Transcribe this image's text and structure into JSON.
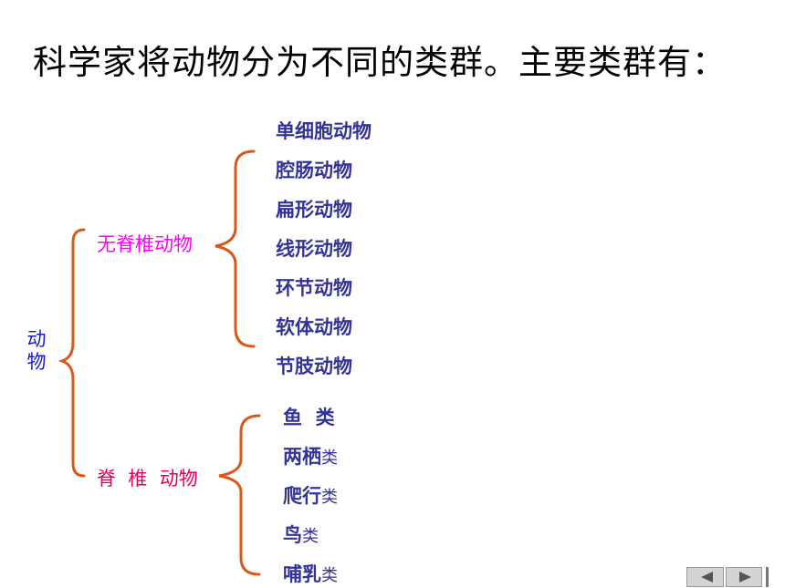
{
  "title": "科学家将动物分为不同的类群。主要类群有：",
  "root": {
    "label_line1": "动",
    "label_line2": "物"
  },
  "invertebrates": {
    "label": "无脊椎动物",
    "items": [
      "单细胞动物",
      "腔肠动物",
      "扁形动物",
      "线形动物",
      "环节动物",
      "软体动物",
      "节肢动物"
    ]
  },
  "vertebrates": {
    "label": "脊  椎  动物",
    "items": [
      {
        "main": "鱼  类",
        "suffix": ""
      },
      {
        "main": "两栖",
        "suffix": "类"
      },
      {
        "main": "爬行",
        "suffix": "类"
      },
      {
        "main": "鸟",
        "suffix": "类"
      },
      {
        "main": "哺乳",
        "suffix": "类"
      }
    ]
  },
  "colors": {
    "brace": "#d85a1a",
    "item_text": "#333399",
    "root_text": "#1a1acc",
    "invert_label": "#ff00ff",
    "vert_label": "#e6005c"
  },
  "nav": {
    "prev_icon": "triangle-left-icon",
    "next_icon": "triangle-right-icon"
  }
}
